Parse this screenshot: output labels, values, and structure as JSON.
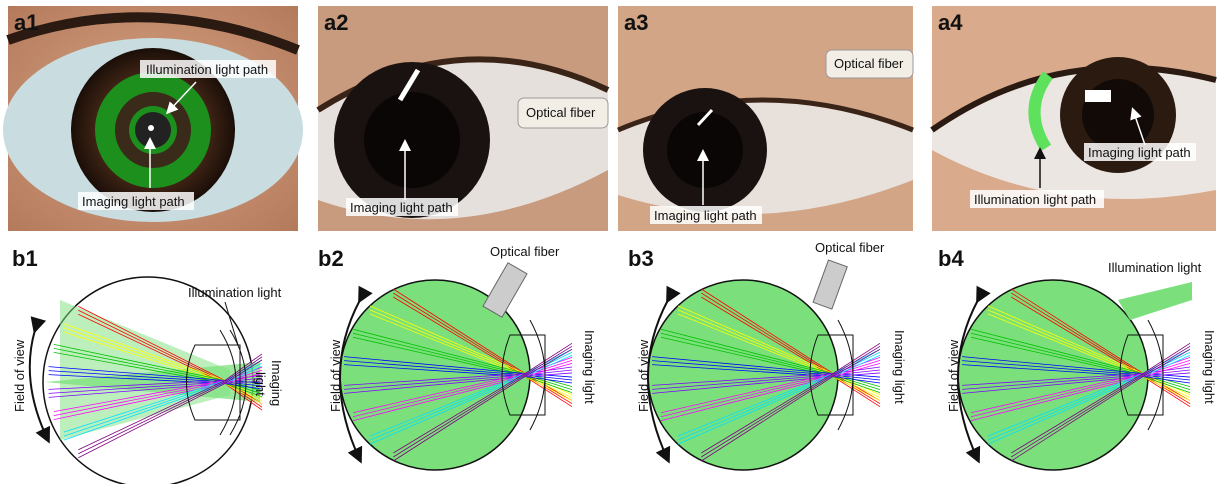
{
  "panels_top": [
    {
      "id": "a1",
      "labels": {
        "illum": "Illumination light path",
        "imaging": "Imaging light path"
      }
    },
    {
      "id": "a2",
      "labels": {
        "fiber": "Optical fiber",
        "imaging": "Imaging light path"
      }
    },
    {
      "id": "a3",
      "labels": {
        "fiber": "Optical fiber",
        "imaging": "Imaging light path"
      }
    },
    {
      "id": "a4",
      "labels": {
        "imaging": "Imaging light path",
        "illum": "Illumination light path"
      }
    }
  ],
  "panels_bottom": [
    {
      "id": "b1",
      "fov": "Field of view",
      "illum": "Illumination light",
      "imaging": "Imaging",
      "imaging2": "light"
    },
    {
      "id": "b2",
      "fov": "Field of view",
      "fiber": "Optical fiber",
      "imaging": "Imaging light"
    },
    {
      "id": "b3",
      "fov": "Field of view",
      "fiber": "Optical fiber",
      "imaging": "Imaging light"
    },
    {
      "id": "b4",
      "fov": "Field of view",
      "illum": "Illumination light",
      "imaging": "Imaging light"
    }
  ],
  "ray_colors": [
    "#ff0000",
    "#ffff00",
    "#00c000",
    "#0000ff",
    "#8000ff",
    "#ff00ff",
    "#00e0ff",
    "#800080"
  ],
  "colors": {
    "green_fill": "#7be07b",
    "green_ring": "#1a9a1a"
  }
}
